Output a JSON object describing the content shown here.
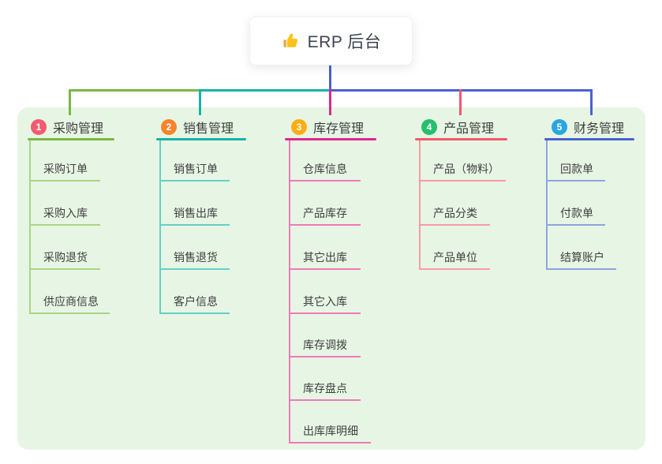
{
  "root": {
    "label": "ERP 后台",
    "icon": "thumbs-up-icon"
  },
  "branches": [
    {
      "index": "1",
      "label": "采购管理",
      "badge_color": "#f25b70",
      "line_color": "#7ab845",
      "child_line_color": "#a9d584",
      "children": [
        "采购订单",
        "采购入库",
        "采购退货",
        "供应商信息"
      ]
    },
    {
      "index": "2",
      "label": "销售管理",
      "badge_color": "#f8842c",
      "line_color": "#17b3a6",
      "child_line_color": "#66d0c6",
      "children": [
        "销售订单",
        "销售出库",
        "销售退货",
        "客户信息"
      ]
    },
    {
      "index": "3",
      "label": "库存管理",
      "badge_color": "#ffad14",
      "line_color": "#e0268e",
      "child_line_color": "#f07ab8",
      "children": [
        "仓库信息",
        "产品库存",
        "其它出库",
        "其它入库",
        "库存调拨",
        "库存盘点",
        "出库库明细"
      ]
    },
    {
      "index": "4",
      "label": "产品管理",
      "badge_color": "#25bf6b",
      "line_color": "#f5566c",
      "child_line_color": "#f89aa7",
      "children": [
        "产品（物料）",
        "产品分类",
        "产品单位"
      ]
    },
    {
      "index": "5",
      "label": "财务管理",
      "badge_color": "#2aa5e2",
      "line_color": "#4a61d1",
      "child_line_color": "#8fa3e0",
      "children": [
        "回款单",
        "付款单",
        "结算账户"
      ]
    }
  ],
  "colors": {
    "canvas_bg": "#ffffff",
    "panel_bg": "#e7f6e4",
    "root_connector": "#4a61d1",
    "text": "#3e3e3e",
    "thumb_icon": "#fcc21b"
  }
}
